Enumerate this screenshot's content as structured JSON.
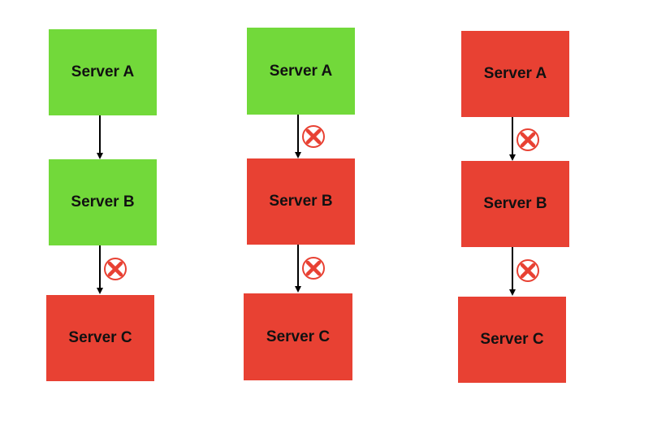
{
  "colors": {
    "up": "#72d93a",
    "down": "#e84133",
    "fail_icon": "#e84133",
    "arrow": "#000000"
  },
  "scenarios": [
    {
      "servers": [
        {
          "label": "Server A",
          "status": "up"
        },
        {
          "label": "Server B",
          "status": "up"
        },
        {
          "label": "Server C",
          "status": "down"
        }
      ],
      "links": [
        {
          "from": "Server A",
          "to": "Server B",
          "failed": false
        },
        {
          "from": "Server B",
          "to": "Server C",
          "failed": true
        }
      ]
    },
    {
      "servers": [
        {
          "label": "Server A",
          "status": "up"
        },
        {
          "label": "Server B",
          "status": "down"
        },
        {
          "label": "Server C",
          "status": "down"
        }
      ],
      "links": [
        {
          "from": "Server A",
          "to": "Server B",
          "failed": true
        },
        {
          "from": "Server B",
          "to": "Server C",
          "failed": true
        }
      ]
    },
    {
      "servers": [
        {
          "label": "Server A",
          "status": "down"
        },
        {
          "label": "Server B",
          "status": "down"
        },
        {
          "label": "Server C",
          "status": "down"
        }
      ],
      "links": [
        {
          "from": "Server A",
          "to": "Server B",
          "failed": true
        },
        {
          "from": "Server B",
          "to": "Server C",
          "failed": true
        }
      ]
    }
  ]
}
